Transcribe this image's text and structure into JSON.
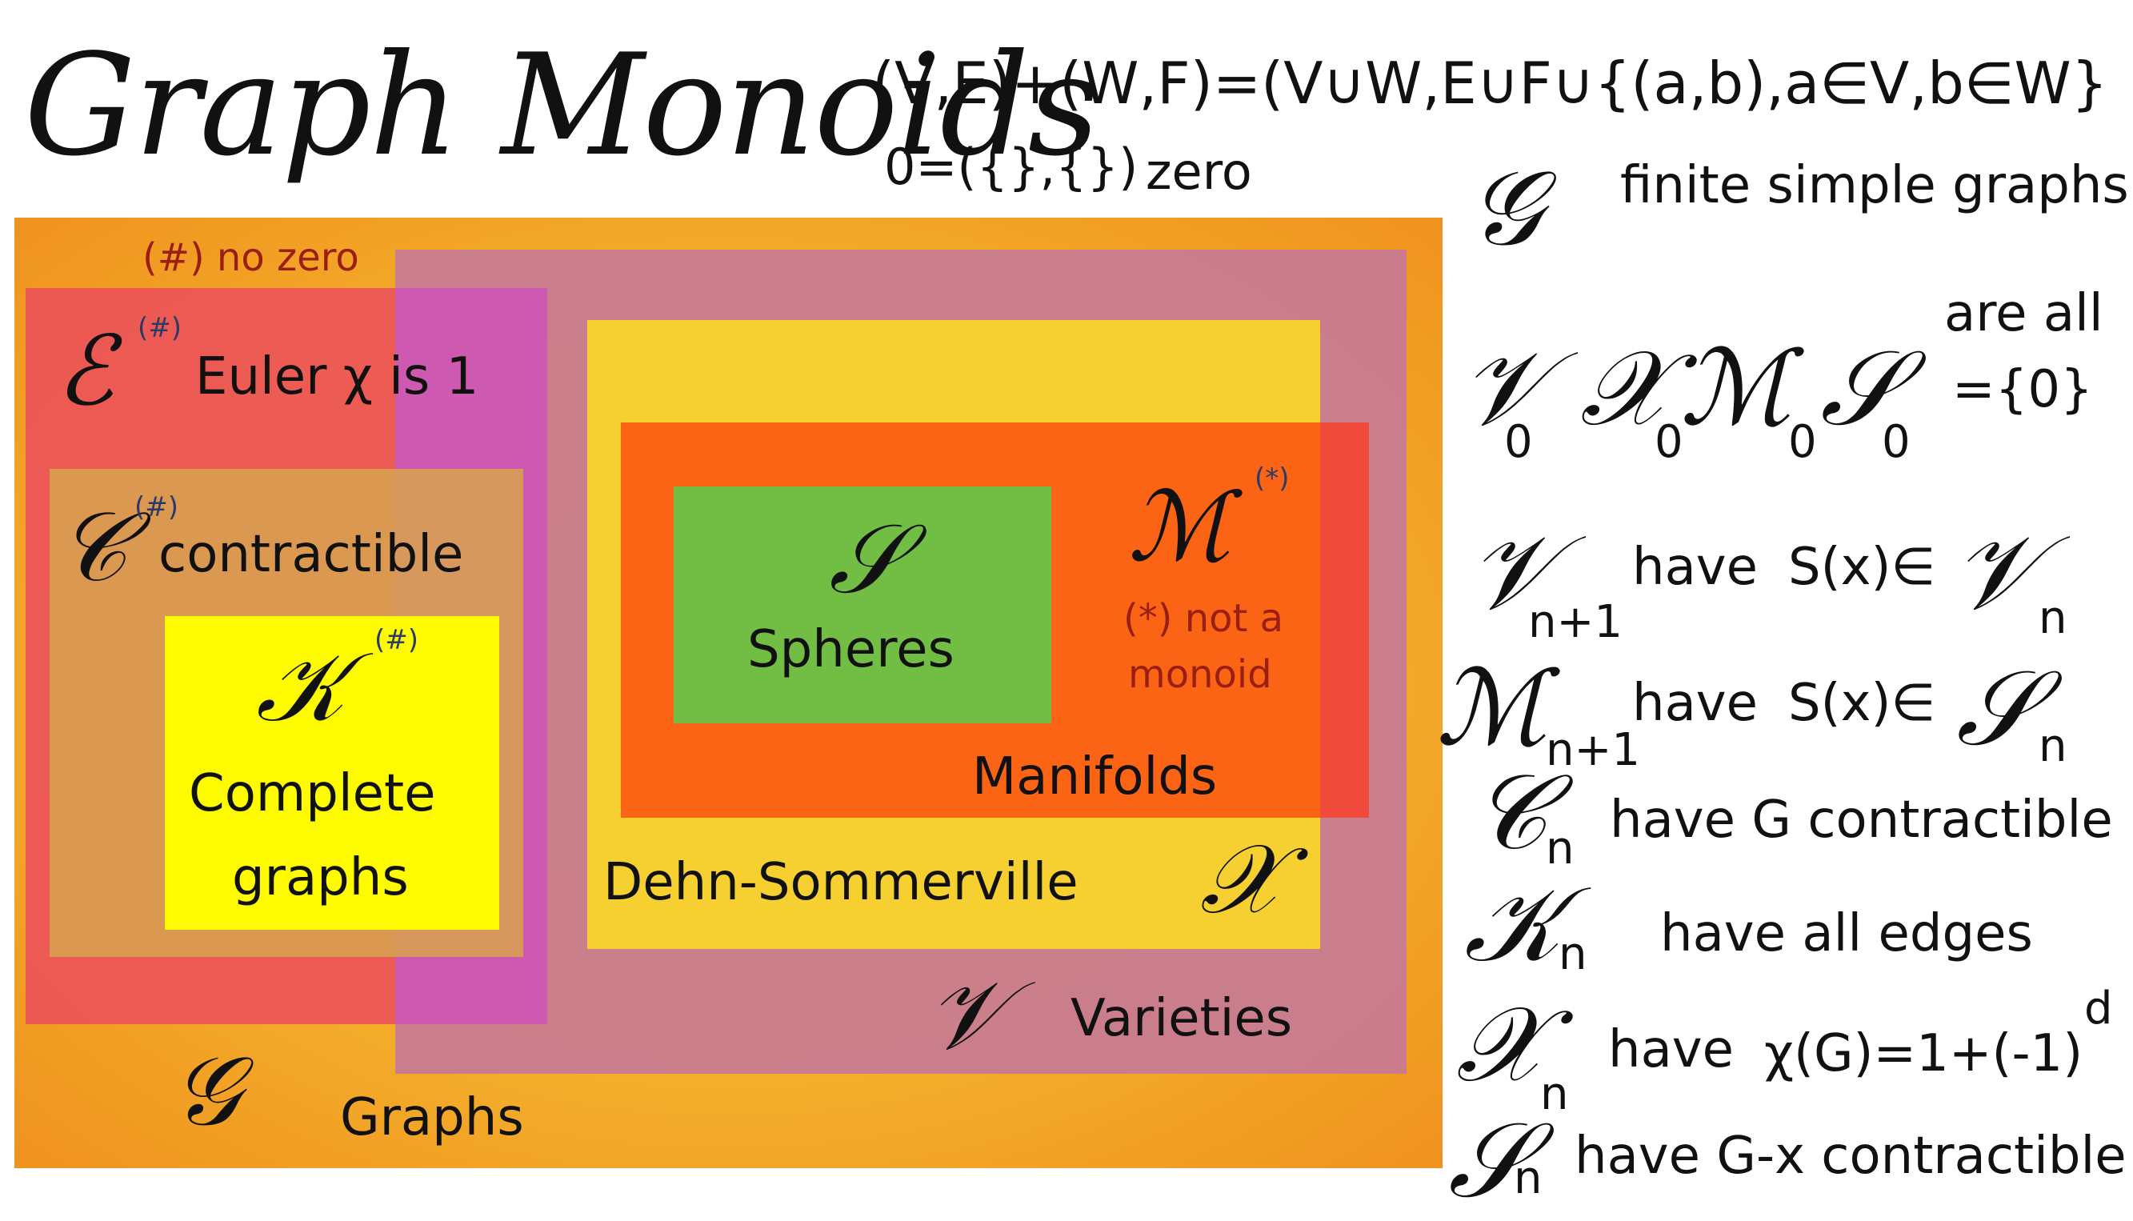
{
  "header": {
    "title": "Graph Monoids",
    "sum_formula": "(V,E)+(W,F)=(V∪W,E∪F∪{(a,b),a∈V,b∈W}",
    "zero_formula": "0=({},{})",
    "zero_word": "zero"
  },
  "boxes": {
    "graphs": {
      "symbol": "𝒢",
      "label": "Graphs"
    },
    "no_zero_note": "(#) no zero",
    "euler": {
      "symbol": "ℰ",
      "sup": "(#)",
      "label": "Euler χ is 1"
    },
    "contractible": {
      "symbol": "𝒞",
      "sup": "(#)",
      "label": "contractible"
    },
    "complete": {
      "symbol": "𝒦",
      "sup": "(#)",
      "label_line1": "Complete",
      "label_line2": "graphs"
    },
    "spheres": {
      "symbol": "𝒮",
      "label": "Spheres"
    },
    "manifolds": {
      "symbol": "ℳ",
      "sup": "(*)",
      "note_line1": "(*) not a",
      "note_line2": "monoid",
      "label": "Manifolds"
    },
    "dehn_sommerville": {
      "label": "Dehn-Sommerville",
      "symbol": "𝒳"
    },
    "varieties": {
      "symbol": "𝒱",
      "label": "Varieties"
    }
  },
  "definitions": {
    "G": {
      "symbol": "𝒢",
      "text": "finite simple graphs"
    },
    "zero_sets": {
      "are_all": "are all",
      "symbols": [
        "𝒱",
        "𝒳",
        "ℳ",
        "𝒮"
      ],
      "sub": "0",
      "equals": "={0}"
    },
    "V": {
      "symbol": "𝒱",
      "sub": "n+1",
      "text": "have",
      "formula": "S(x)∈",
      "symbol2": "𝒱",
      "sub2": "n"
    },
    "M": {
      "symbol": "ℳ",
      "sub": "n+1",
      "text": "have",
      "formula": "S(x)∈",
      "symbol2": "𝒮",
      "sub2": "n"
    },
    "C": {
      "symbol": "𝒞",
      "sub": "n",
      "text": "have G contractible"
    },
    "K": {
      "symbol": "𝒦",
      "sub": "n",
      "text": "have  all edges"
    },
    "X": {
      "symbol": "𝒳",
      "sub": "n",
      "text": "have",
      "formula": "χ(G)=1+(-1)",
      "sup": "d"
    },
    "S": {
      "symbol": "𝒮",
      "sub": "n",
      "text": "have G-x contractible"
    }
  }
}
